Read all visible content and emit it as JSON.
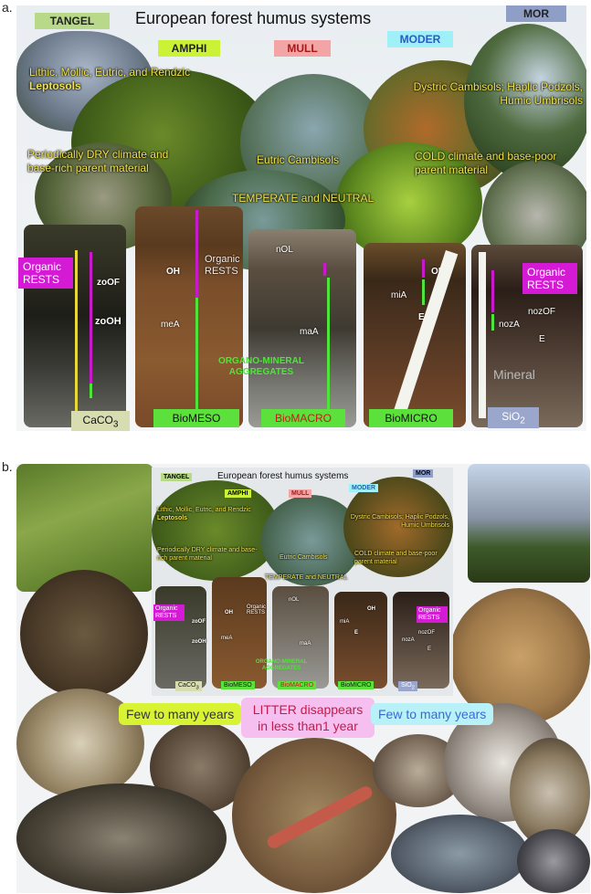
{
  "panel_a": {
    "label": "a.",
    "title": "European forest humus systems",
    "types": {
      "tangel": "TANGEL",
      "amphi": "AMPHI",
      "mull": "MULL",
      "moder": "MODER",
      "mor": "MOR"
    },
    "soils": {
      "leptosols_prefix": "Lithic, Mollic, Eutric, and Rendzic",
      "leptosols_bold": "Leptosols",
      "dry_climate": "Periodically DRY climate and base-rich parent material",
      "eutric": "Eutric Cambisols",
      "temperate": "TEMPERATE and NEUTRAL",
      "dystric": "Dystric Cambisols; Haplic Podzols, Humic Umbrisols",
      "cold_climate": "COLD climate and base-poor parent material"
    },
    "horizons": {
      "organic_rests": "Organic RESTS",
      "zooF": "zoOF",
      "zooH": "zoOH",
      "oh": "OH",
      "mea": "meA",
      "nol": "nOL",
      "maa": "maA",
      "mia": "miA",
      "e": "E",
      "nozof": "nozOF",
      "noza": "nozA",
      "mineral": "Mineral",
      "organo_mineral": "ORGANO-MINERAL AGGREGATES"
    },
    "bottom": {
      "caco3": "CaCO",
      "caco3_sub": "3",
      "biomeso": "BioMESO",
      "biomacro": "BioMACRO",
      "biomicro": "BioMICRO",
      "sio2": "SiO",
      "sio2_sub": "2"
    }
  },
  "panel_b": {
    "label": "b.",
    "duration_left": "Few to many years",
    "duration_center": "LITTER disappears in less than1 year",
    "duration_right": "Few to many years"
  },
  "colors": {
    "tangel": "#b8d88a",
    "amphi": "#ccf236",
    "mull": "#f3a4a4",
    "moder": "#9ff0f7",
    "mor": "#8e9ec6",
    "organic": "#d51ad6",
    "green_arrow": "#4ee43a",
    "bio_green": "#5ce03c",
    "label_yellow": "#f2e34a",
    "sio2": "#9aa6cc",
    "caco3": "#d7ddb0"
  }
}
